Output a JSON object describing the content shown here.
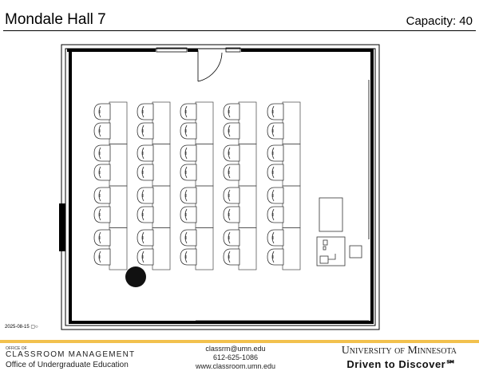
{
  "header": {
    "title": "Mondale Hall 7",
    "capacity": "Capacity: 40"
  },
  "plan": {
    "date": "2025-08-15 ▢○",
    "columns": 5,
    "seats_per_column": 8
  },
  "footer": {
    "office_of": "OFFICE OF",
    "classroom_management": "CLASSROOM MANAGEMENT",
    "office_ue": "Office of Undergraduate Education",
    "email": "classrm@umn.edu",
    "phone": "612-625-1086",
    "website": "www.classroom.umn.edu",
    "university": "University of Minnesota",
    "tagline": "Driven to Discover℠"
  },
  "colors": {
    "gold": "#f2c14e"
  }
}
